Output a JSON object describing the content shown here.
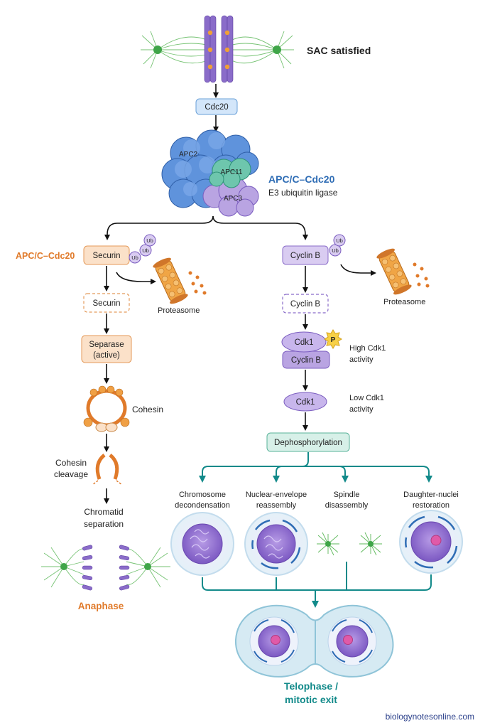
{
  "top": {
    "sac_label": "SAC satisfied",
    "cdc20": "Cdc20"
  },
  "apc": {
    "apc2": "APC2",
    "apc11": "APC11",
    "apc3": "APC3",
    "title": "APC/C–Cdc20",
    "subtitle": "E3 ubiquitin ligase"
  },
  "left": {
    "apc_label": "APC/C–Cdc20",
    "securin_ub": "Securin",
    "ub": "Ub",
    "proteasome": "Proteasome",
    "securin_deg": "Securin",
    "separase_line1": "Separase",
    "separase_line2": "(active)",
    "cohesin": "Cohesin",
    "cleavage_line1": "Cohesin",
    "cleavage_line2": "cleavage",
    "chromatid_line1": "Chromatid",
    "chromatid_line2": "separation",
    "anaphase": "Anaphase"
  },
  "right": {
    "cyclin_ub": "Cyclin B",
    "ub": "Ub",
    "proteasome": "Proteasome",
    "cyclin_deg": "Cyclin B",
    "cdk1": "Cdk1",
    "phospho": "P",
    "cyclin_complex": "Cyclin B",
    "high_line1": "High Cdk1",
    "high_line2": "activity",
    "cdk1_low": "Cdk1",
    "low_line1": "Low Cdk1",
    "low_line2": "activity",
    "dephos": "Dephosphorylation"
  },
  "events": {
    "e1_line1": "Chromosome",
    "e1_line2": "decondensation",
    "e2_line1": "Nuclear-envelope",
    "e2_line2": "reassembly",
    "e3_line1": "Spindle",
    "e3_line2": "disassembly",
    "e4_line1": "Daughter-nuclei",
    "e4_line2": "restoration"
  },
  "bottom": {
    "telophase_line1": "Telophase /",
    "telophase_line2": "mitotic exit"
  },
  "watermark": "biologynotesonline.com",
  "colors": {
    "orange": "#e07a2a",
    "blue": "#2f6db5",
    "teal": "#128a8a",
    "purple": "#8a6cc9",
    "lavender": "#d9ccf1",
    "peach": "#fbe1c9",
    "sky": "#d3e6fa",
    "mint": "#d7f0e8",
    "green": "#3fa548"
  }
}
